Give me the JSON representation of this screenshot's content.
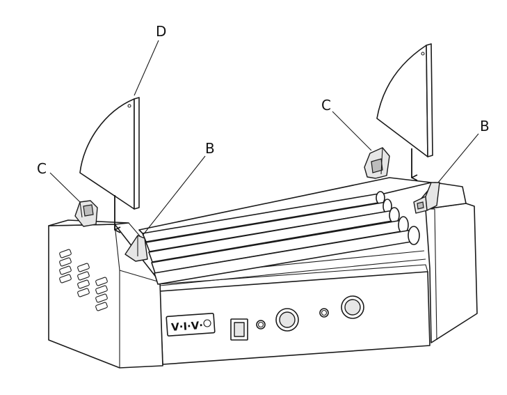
{
  "labels": {
    "d_left": "D",
    "c_left": "C",
    "b_left": "B",
    "c_right": "C",
    "b_right": "B"
  },
  "brand_plate": "V·I·V·",
  "colors": {
    "line": "#1a1a1a",
    "body_fill": "#ffffff",
    "shade": "#e6e6e6"
  }
}
